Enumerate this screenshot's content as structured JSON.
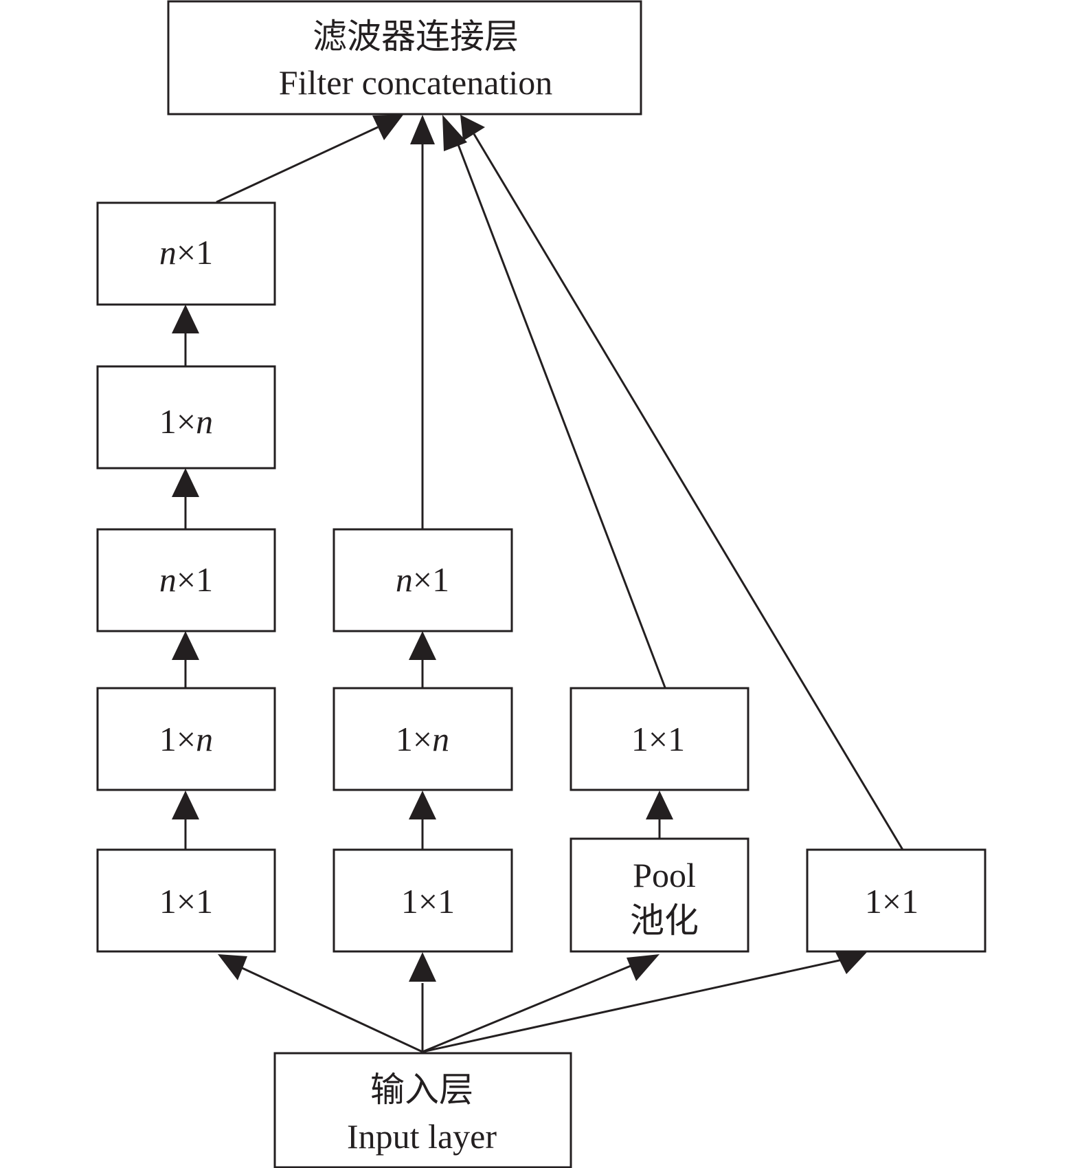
{
  "nodes": {
    "filter_concat": {
      "zh": "滤波器连接层",
      "en": "Filter concatenation"
    },
    "input_layer": {
      "zh": "输入层",
      "en": "Input layer"
    },
    "pool": {
      "en": "Pool",
      "zh": "池化"
    },
    "col1_r5": {
      "a": "n",
      "op": "×",
      "b": "1"
    },
    "col1_r4": {
      "a": "1",
      "op": "×",
      "b": "n"
    },
    "col1_r3": {
      "a": "n",
      "op": "×",
      "b": "1"
    },
    "col1_r2": {
      "a": "1",
      "op": "×",
      "b": "n"
    },
    "col1_r1": {
      "text": "1×1"
    },
    "col2_r3": {
      "a": "n",
      "op": "×",
      "b": "1"
    },
    "col2_r2": {
      "a": "1",
      "op": "×",
      "b": "n"
    },
    "col2_r1": {
      "text": "1×1"
    },
    "col3_r2": {
      "text": "1×1"
    },
    "col4_r1": {
      "text": "1×1"
    }
  },
  "colors": {
    "stroke": "#231f20",
    "background": "#ffffff"
  }
}
